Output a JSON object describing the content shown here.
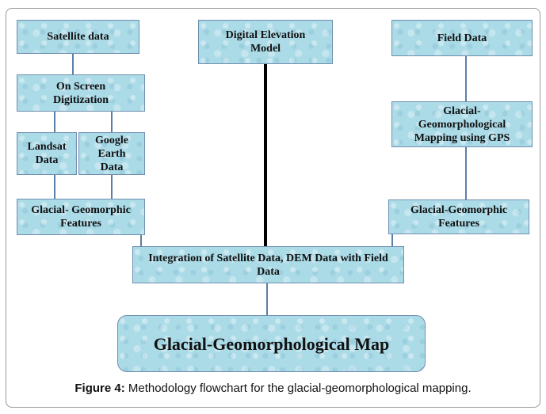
{
  "boxes": {
    "satellite": "Satellite data",
    "digitization": "On Screen Digitization",
    "landsat": "Landsat Data",
    "google_earth": "Google Earth Data",
    "features_left": "Glacial- Geomorphic Features",
    "dem": "Digital Elevation Model",
    "field": "Field Data",
    "gps": "Glacial-Geomorphological Mapping using GPS",
    "features_right": "Glacial-Geomorphic Features",
    "integration": "Integration of Satellite Data, DEM Data with Field Data",
    "map": "Glacial-Geomorphological Map"
  },
  "caption": {
    "label": "Figure 4:",
    "text": " Methodology flowchart for the glacial-geomorphological mapping."
  }
}
